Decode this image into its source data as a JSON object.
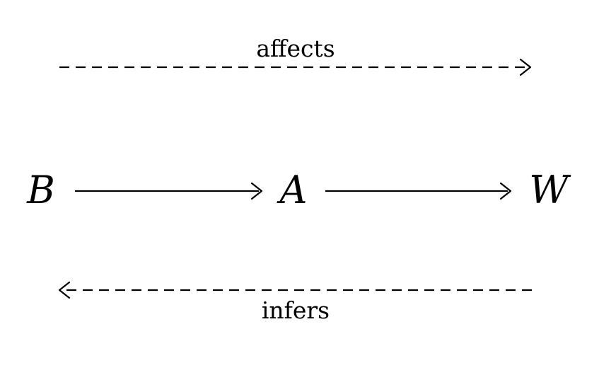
{
  "nodes": {
    "b": "B",
    "a": "A",
    "w": "W"
  },
  "edges": {
    "affects": "affects",
    "infers": "infers"
  }
}
